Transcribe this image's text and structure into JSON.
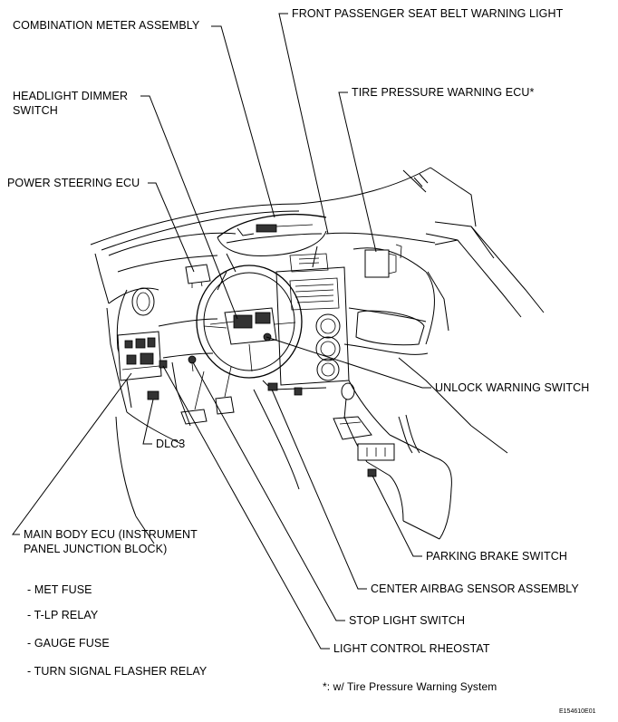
{
  "labels": {
    "combination_meter": "COMBINATION METER ASSEMBLY",
    "front_passenger_belt": "FRONT PASSENGER SEAT BELT WARNING LIGHT",
    "headlight_dimmer_1": "HEADLIGHT DIMMER",
    "headlight_dimmer_2": "SWITCH",
    "tire_pressure_ecu": "TIRE PRESSURE WARNING ECU*",
    "power_steering_ecu": "POWER STEERING ECU",
    "unlock_warning": "UNLOCK WARNING SWITCH",
    "dlc3": "DLC3",
    "main_body_ecu_1": "MAIN BODY ECU (INSTRUMENT",
    "main_body_ecu_2": "PANEL JUNCTION BLOCK)",
    "parking_brake": "PARKING BRAKE SWITCH",
    "center_airbag": "CENTER AIRBAG SENSOR ASSEMBLY",
    "stop_light": "STOP LIGHT SWITCH",
    "light_control": "LIGHT CONTROL RHEOSTAT"
  },
  "sublist": [
    "- MET FUSE",
    "- T-LP RELAY",
    "- GAUGE FUSE",
    "- TURN SIGNAL FLASHER RELAY"
  ],
  "footnote": "*: w/ Tire Pressure Warning System",
  "figure_code": "E154610E01"
}
